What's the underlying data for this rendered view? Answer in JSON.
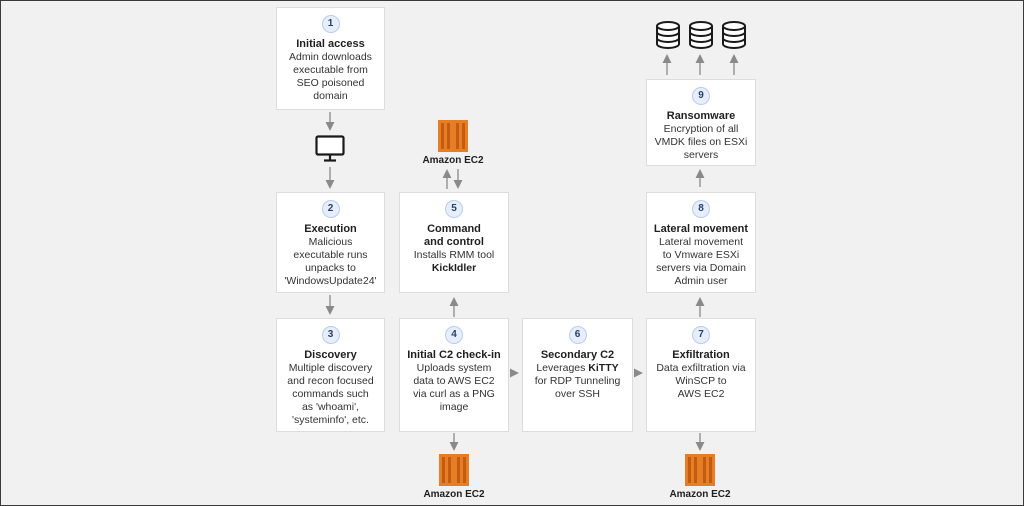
{
  "steps": [
    {
      "num": "1",
      "title": "Initial access",
      "lines": [
        "Admin downloads",
        "executable from",
        "SEO poisoned",
        "domain"
      ]
    },
    {
      "num": "2",
      "title": "Execution",
      "lines": [
        "Malicious",
        "executable runs",
        "unpacks to",
        "'WindowsUpdate24'"
      ]
    },
    {
      "num": "3",
      "title": "Discovery",
      "lines": [
        "Multiple discovery",
        "and recon focused",
        "commands such",
        "as 'whoami',",
        "'systeminfo', etc."
      ]
    },
    {
      "num": "4",
      "title": "Initial C2 check-in",
      "lines": [
        "Uploads system",
        "data to AWS EC2",
        "via curl as a PNG",
        "image"
      ]
    },
    {
      "num": "5",
      "title_lines": [
        "Command",
        "and control"
      ],
      "desc": "Installs RMM tool",
      "desc_bold": "KickIdler"
    },
    {
      "num": "6",
      "title": "Secondary C2",
      "desc_pre": "Leverages ",
      "desc_bold": "KiTTY",
      "lines": [
        "for RDP Tunneling",
        "over SSH"
      ]
    },
    {
      "num": "7",
      "title": "Exfiltration",
      "lines": [
        "Data exfiltration via",
        "WinSCP to",
        "AWS EC2"
      ]
    },
    {
      "num": "8",
      "title": "Lateral movement",
      "lines": [
        "Lateral movement",
        "to Vmware ESXi",
        "servers via Domain",
        "Admin user"
      ]
    },
    {
      "num": "9",
      "title": "Ransomware",
      "lines": [
        "Encryption of all",
        "VMDK files on ESXi",
        "servers"
      ]
    }
  ],
  "ec2_label": "Amazon EC2",
  "icons": {
    "aws": "aws-ec2-icon",
    "monitor": "monitor-icon",
    "database": "database-icon"
  },
  "colors": {
    "aws_orange": "#e57e25",
    "arrow": "#8a8a8a"
  }
}
